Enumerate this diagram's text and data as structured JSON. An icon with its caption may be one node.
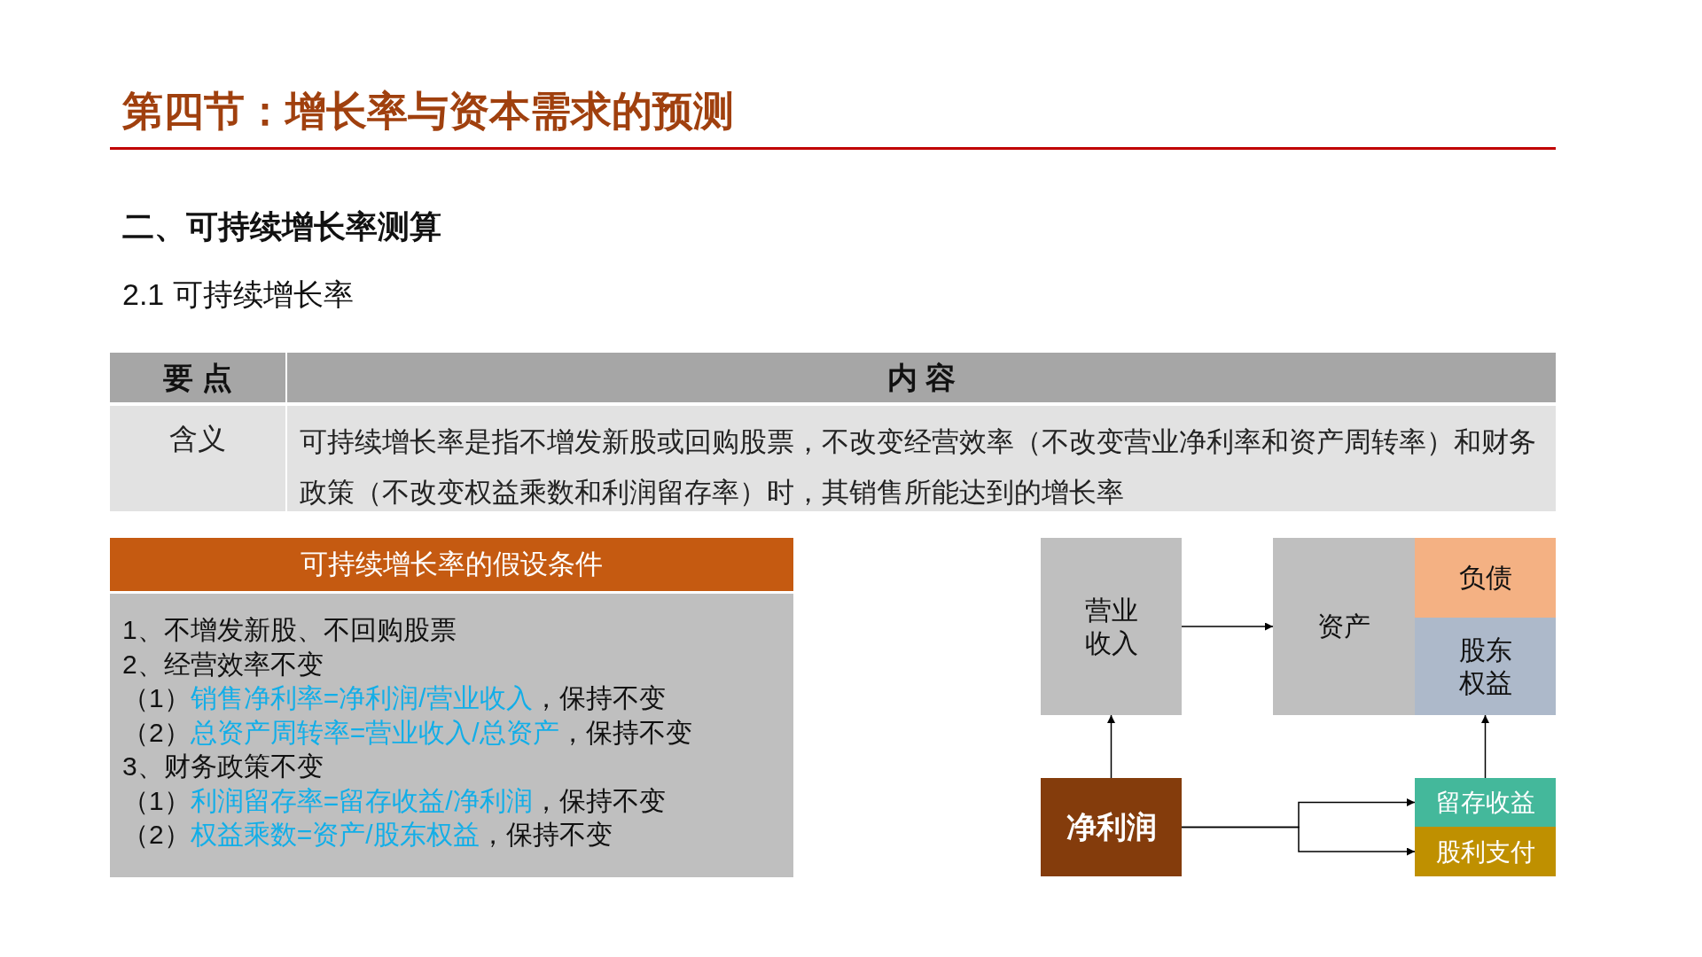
{
  "diagram": {
    "title": "第四节：增长率与资本需求的预测",
    "nodes": [
      {
        "text": [
          "可持续增长率的假设条件"
        ]
      },
      {
        "text": [
          "1、不增发新股、不回购股票",
          "2、经营效率不变",
          "（1）*销售净利率=净利润/营业收入*，保持不变",
          "（2）*总资产周转率=营业收入/总资产*，保持不变",
          "3、财务政策不变",
          "（1）*利润留存率=留存收益/净利润*，保持不变",
          "（2）*权益乘数=资产/股东权益*，保持不变"
        ]
      },
      {
        "text": [
          "营业收入"
        ]
      },
      {
        "text": [
          "资产"
        ]
      },
      {
        "text": [
          "负债"
        ]
      },
      {
        "text": [
          "股东权益"
        ]
      },
      {
        "text": [
          "净利润"
        ]
      },
      {
        "text": [
          "留存收益"
        ]
      },
      {
        "text": [
          "股利支付"
        ]
      }
    ],
    "edges": [
      {
        "from": 2,
        "to": 3,
        "arrow": "to"
      },
      {
        "from": 6,
        "to": 2,
        "arrow": "to"
      },
      {
        "from": 6,
        "to": 7,
        "arrow": "to"
      },
      {
        "from": 6,
        "to": 8,
        "arrow": "to"
      },
      {
        "from": 7,
        "to": 5,
        "arrow": "to"
      }
    ],
    "labels": [
      "二、可持续增长率测算",
      "2.1 可持续增长率",
      "要 点",
      "内 容",
      "含义",
      "可持续增长率是指不增发新股或回购股票，不改变经营效率（不改变营业净利率和资产周转率）和财务政策（不改变权益乘数和利润留存率）时，其销售所能达到的增长率"
    ]
  }
}
